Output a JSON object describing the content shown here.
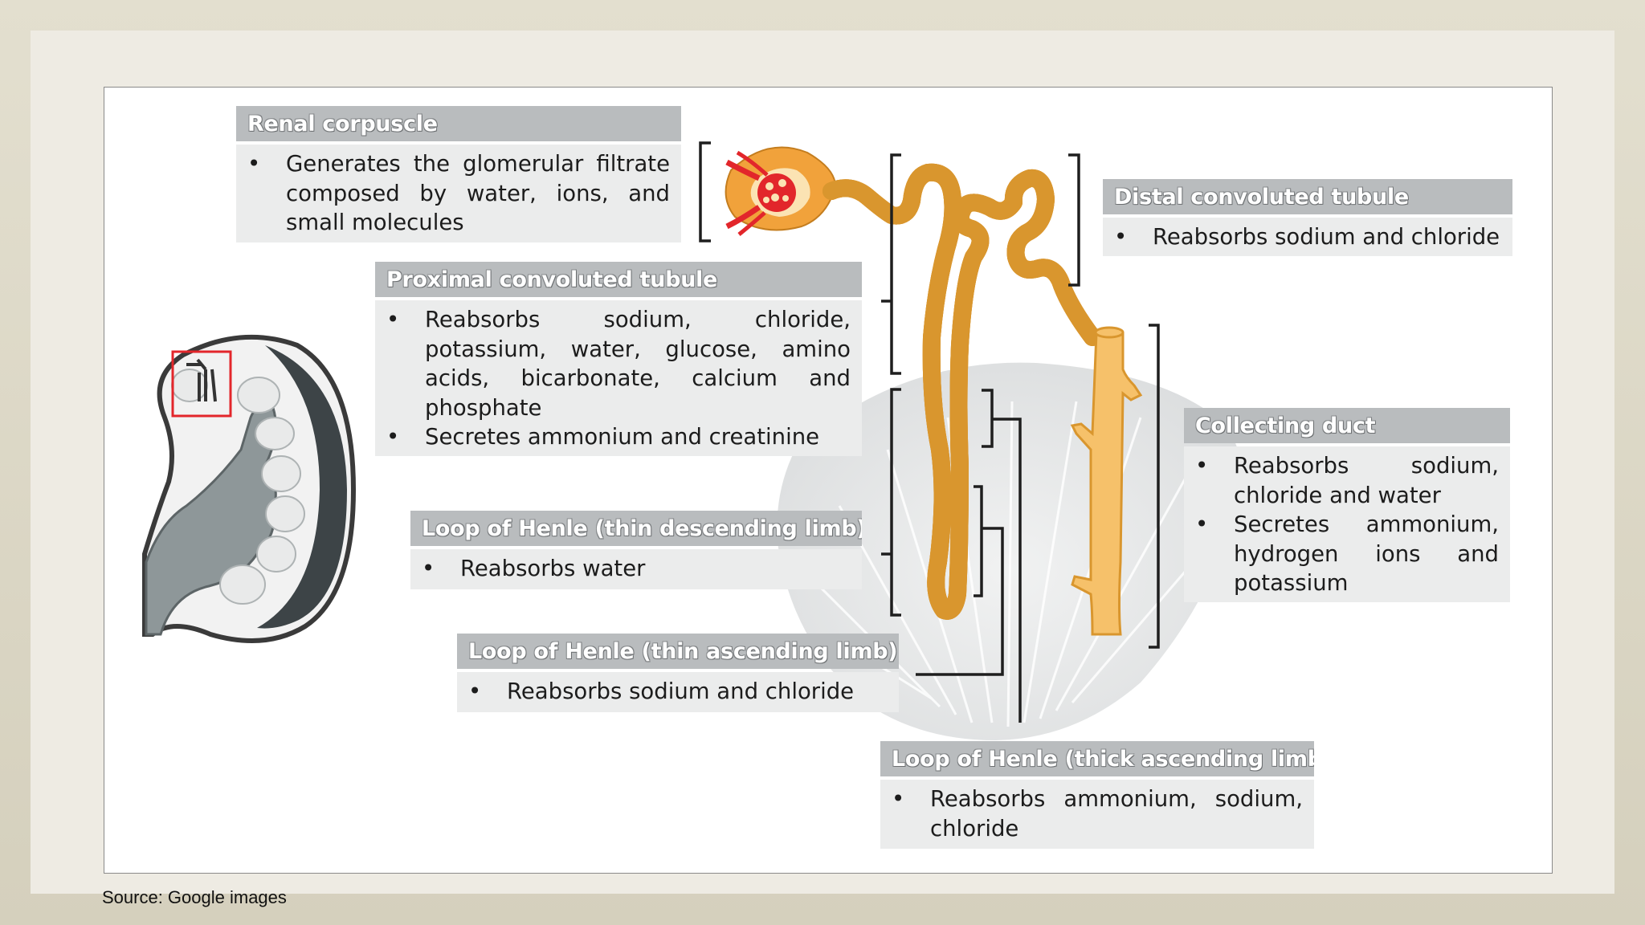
{
  "boxes": {
    "renal_corpuscle": {
      "title": "Renal corpuscle",
      "items": [
        "Generates the glomerular filtrate composed by water, ions, and small molecules"
      ]
    },
    "proximal_tubule": {
      "title": "Proximal convoluted tubule",
      "items": [
        "Reabsorbs sodium, chloride, potassium, water, glucose, amino acids, bicarbonate, calcium and phosphate",
        "Secretes ammonium and creatinine"
      ]
    },
    "thin_descending": {
      "title": "Loop of Henle (thin descending limb)",
      "items": [
        "Reabsorbs water"
      ]
    },
    "thin_ascending": {
      "title": "Loop of Henle (thin  ascending limb)",
      "items": [
        "Reabsorbs sodium and chloride"
      ]
    },
    "thick_ascending": {
      "title": "Loop of Henle (thick ascending limb)",
      "items": [
        "Reabsorbs ammonium, sodium, chloride"
      ]
    },
    "distal_tubule": {
      "title": "Distal convoluted tubule",
      "items": [
        "Reabsorbs sodium and chloride"
      ]
    },
    "collecting_duct": {
      "title": "Collecting duct",
      "items": [
        "Reabsorbs sodium, chloride and water",
        "Secretes ammonium, hydrogen ions and potassium"
      ]
    }
  },
  "source": "Source: Google images",
  "colors": {
    "tubule_fill": "#f6c16a",
    "tubule_outline": "#d9962e",
    "glomerulus": "#e2262b",
    "header_bg": "#b9bcbe",
    "body_bg": "#ebecec",
    "highlight_box": "#e3262b"
  }
}
